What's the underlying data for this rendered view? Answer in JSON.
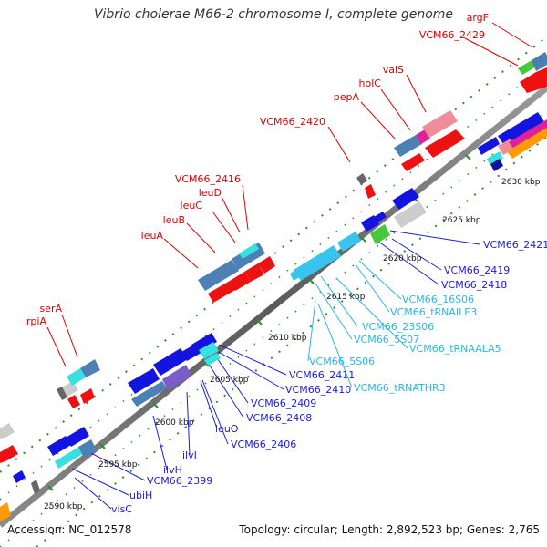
{
  "title": "Vibrio cholerae M66-2 chromosome I, complete genome",
  "accession": "Accession: NC_012578",
  "summary": "Topology: circular; Length: 2,892,523 bp; Genes: 2,765",
  "colors": {
    "gene_label_top": "#dd0000",
    "gene_label_bottom": "#1c1cdc",
    "rna_label": "#29b6e6",
    "backbone": "#707070",
    "tick": "#2e8b2e"
  },
  "scale": {
    "units": "kbp",
    "labels": [
      "2590 kbp",
      "2595 kbp",
      "2600 kbp",
      "2605 kbp",
      "2610 kbp",
      "2615 kbp",
      "2620 kbp",
      "2625 kbp",
      "2630 kbp"
    ]
  },
  "labels_top": [
    "argF",
    "VCM66_2429",
    "valS",
    "holC",
    "pepA",
    "VCM66_2420",
    "VCM66_2416",
    "leuD",
    "leuC",
    "leuB",
    "leuA",
    "serA",
    "rpiA"
  ],
  "labels_bottom": [
    "VCM66_2421",
    "VCM66_2419",
    "VCM66_2418",
    "VCM66_2411",
    "VCM66_2410",
    "VCM66_2409",
    "VCM66_2408",
    "VCM66_2406",
    "leuO",
    "ilvI",
    "ilvH",
    "VCM66_2399",
    "ubiH",
    "visC"
  ],
  "labels_rna": [
    "VCM66_16S06",
    "VCM66_tRNAILE3",
    "VCM66_23S06",
    "VCM66_5S07",
    "VCM66_tRNAALA5",
    "VCM66_5S06",
    "VCM66_tRNATHR3"
  ]
}
